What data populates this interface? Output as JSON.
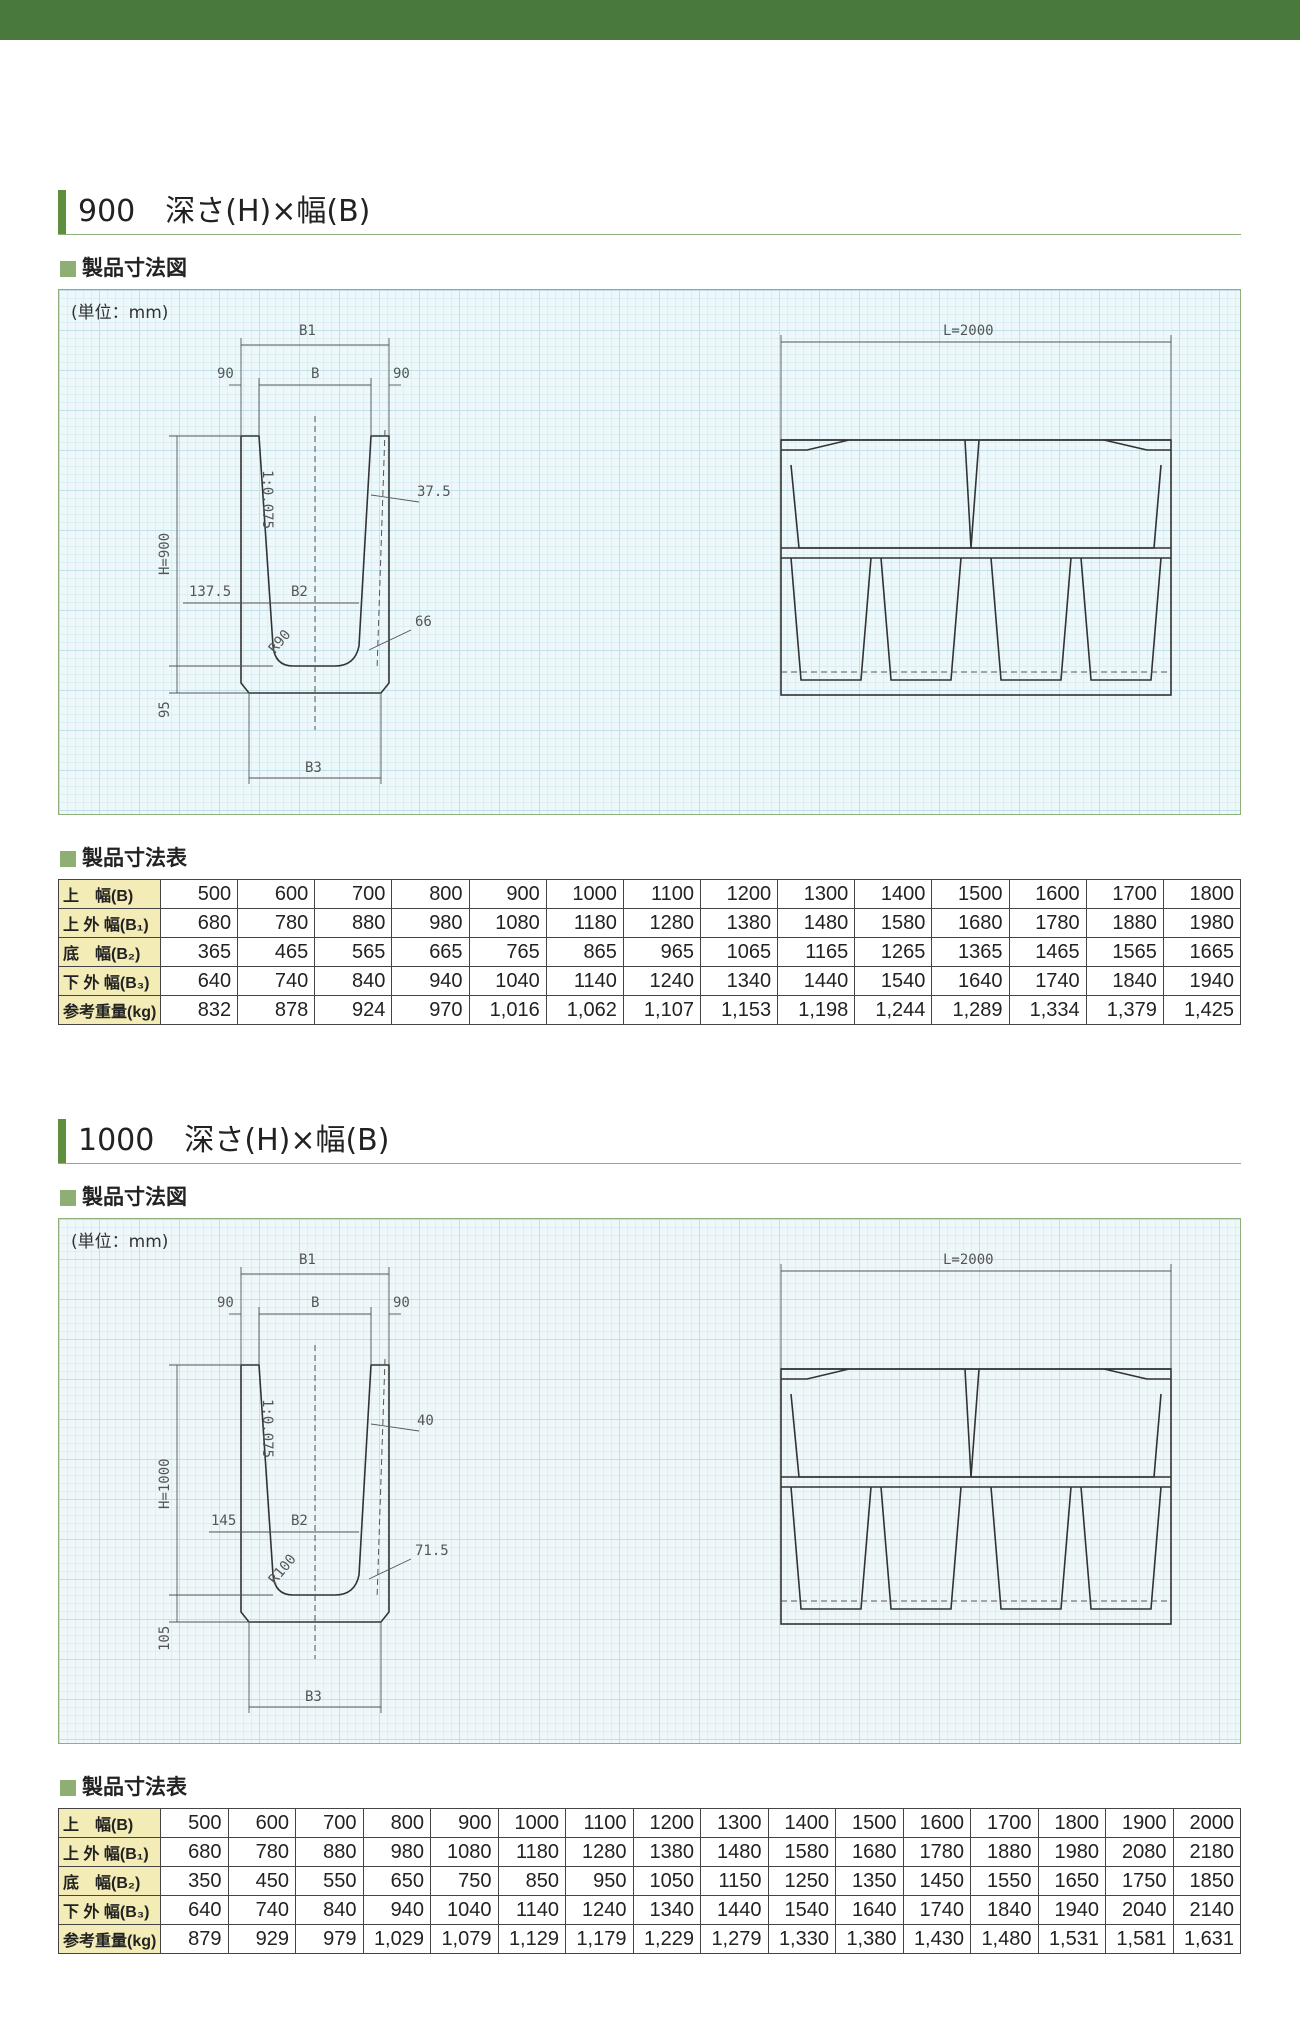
{
  "sections": [
    {
      "num": "900",
      "title": "深さ(H)×幅(B)",
      "drawing_heading": "製品寸法図",
      "table_heading": "製品寸法表",
      "drawing": {
        "unit": "(単位：mm)",
        "labels": {
          "B1": "B1",
          "B": "B",
          "side_left": "90",
          "side_right": "90",
          "slope": "1:0.075",
          "wall_top": "37.5",
          "H": "H=900",
          "inner": "137.5",
          "B2": "B2",
          "R": "R90",
          "fillet": "66",
          "bottom": "95",
          "B3": "B3",
          "L": "L=2000"
        }
      },
      "rows": [
        {
          "label": "上　幅(B)",
          "values": [
            "500",
            "600",
            "700",
            "800",
            "900",
            "1000",
            "1100",
            "1200",
            "1300",
            "1400",
            "1500",
            "1600",
            "1700",
            "1800"
          ]
        },
        {
          "label": "上 外 幅(B₁)",
          "values": [
            "680",
            "780",
            "880",
            "980",
            "1080",
            "1180",
            "1280",
            "1380",
            "1480",
            "1580",
            "1680",
            "1780",
            "1880",
            "1980"
          ]
        },
        {
          "label": "底　幅(B₂)",
          "values": [
            "365",
            "465",
            "565",
            "665",
            "765",
            "865",
            "965",
            "1065",
            "1165",
            "1265",
            "1365",
            "1465",
            "1565",
            "1665"
          ]
        },
        {
          "label": "下 外 幅(B₃)",
          "values": [
            "640",
            "740",
            "840",
            "940",
            "1040",
            "1140",
            "1240",
            "1340",
            "1440",
            "1540",
            "1640",
            "1740",
            "1840",
            "1940"
          ]
        },
        {
          "label": "参考重量(kg)",
          "values": [
            "832",
            "878",
            "924",
            "970",
            "1,016",
            "1,062",
            "1,107",
            "1,153",
            "1,198",
            "1,244",
            "1,289",
            "1,334",
            "1,379",
            "1,425"
          ]
        }
      ]
    },
    {
      "num": "1000",
      "title": "深さ(H)×幅(B)",
      "drawing_heading": "製品寸法図",
      "table_heading": "製品寸法表",
      "drawing": {
        "unit": "(単位：mm)",
        "labels": {
          "B1": "B1",
          "B": "B",
          "side_left": "90",
          "side_right": "90",
          "slope": "1:0.075",
          "wall_top": "40",
          "H": "H=1000",
          "inner": "145",
          "B2": "B2",
          "R": "R100",
          "fillet": "71.5",
          "bottom": "105",
          "B3": "B3",
          "L": "L=2000"
        }
      },
      "rows": [
        {
          "label": "上　幅(B)",
          "values": [
            "500",
            "600",
            "700",
            "800",
            "900",
            "1000",
            "1100",
            "1200",
            "1300",
            "1400",
            "1500",
            "1600",
            "1700",
            "1800",
            "1900",
            "2000"
          ]
        },
        {
          "label": "上 外 幅(B₁)",
          "values": [
            "680",
            "780",
            "880",
            "980",
            "1080",
            "1180",
            "1280",
            "1380",
            "1480",
            "1580",
            "1680",
            "1780",
            "1880",
            "1980",
            "2080",
            "2180"
          ]
        },
        {
          "label": "底　幅(B₂)",
          "values": [
            "350",
            "450",
            "550",
            "650",
            "750",
            "850",
            "950",
            "1050",
            "1150",
            "1250",
            "1350",
            "1450",
            "1550",
            "1650",
            "1750",
            "1850"
          ]
        },
        {
          "label": "下 外 幅(B₃)",
          "values": [
            "640",
            "740",
            "840",
            "940",
            "1040",
            "1140",
            "1240",
            "1340",
            "1440",
            "1540",
            "1640",
            "1740",
            "1840",
            "1940",
            "2040",
            "2140"
          ]
        },
        {
          "label": "参考重量(kg)",
          "values": [
            "879",
            "929",
            "979",
            "1,029",
            "1,079",
            "1,129",
            "1,179",
            "1,229",
            "1,279",
            "1,330",
            "1,380",
            "1,430",
            "1,480",
            "1,531",
            "1,581",
            "1,631"
          ]
        }
      ]
    }
  ]
}
